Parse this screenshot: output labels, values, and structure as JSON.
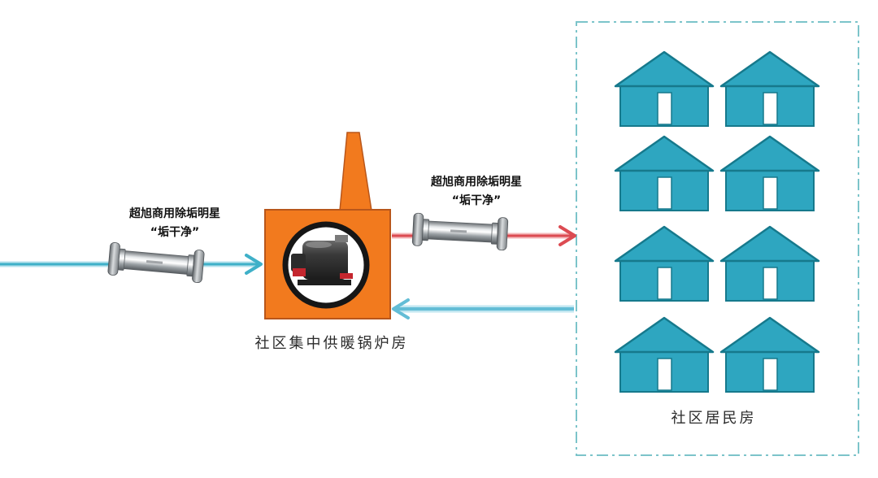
{
  "left_descaler": {
    "name": "超旭商用除垢明星",
    "slogan": "“垢干净”"
  },
  "right_descaler": {
    "name": "超旭商用除垢明星",
    "slogan": "“垢干净”"
  },
  "boiler_room": {
    "label": "社区集中供暖锅炉房"
  },
  "residences": {
    "label": "社区居民房",
    "house_count": 8
  },
  "colors": {
    "boiler": "#f27a1e",
    "boiler_outline": "#b9561a",
    "inlet_line": "#3fb0c8",
    "supply_line": "#dc4b52",
    "return_line": "#63bdd6",
    "house": "#2ea6c0",
    "house_outline": "#16798c",
    "residence_border": "#7cc4ca"
  }
}
